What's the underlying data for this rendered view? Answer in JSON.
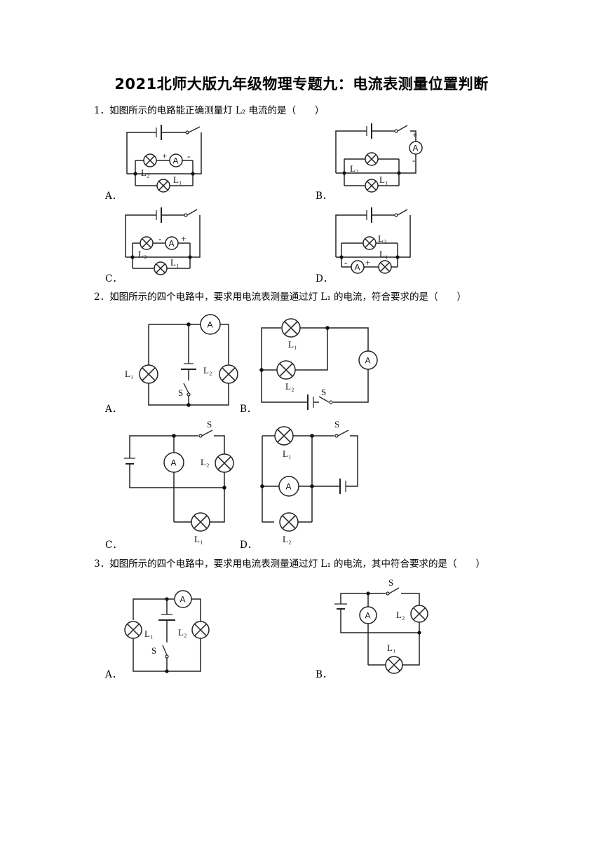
{
  "document": {
    "title": "2021北师大版九年级物理专题九：电流表测量位置判断"
  },
  "q1": {
    "text": "1．如图所示的电路能正确测量灯 L₂ 电流的是（　　）",
    "options": [
      "A．",
      "B．",
      "C．",
      "D．"
    ]
  },
  "q2": {
    "text": "2．如图所示的四个电路中，要求用电流表测量通过灯 L₁ 的电流，符合要求的是（　　）",
    "options": [
      "A．",
      "B．",
      "C．",
      "D．"
    ]
  },
  "q3": {
    "text": "3．如图所示的四个电路中，要求用电流表测量通过灯 L₁ 的电流，其中符合要求的是（　　）",
    "options": [
      "A．",
      "B．"
    ]
  },
  "labels": {
    "ammeter": "A",
    "lamp1": "L₁",
    "lamp2": "L₂",
    "switch": "S",
    "plus": "+",
    "minus": "-"
  },
  "icons": [
    "battery-icon",
    "switch-icon",
    "lamp-icon",
    "ammeter-icon",
    "junction-dot-icon"
  ]
}
